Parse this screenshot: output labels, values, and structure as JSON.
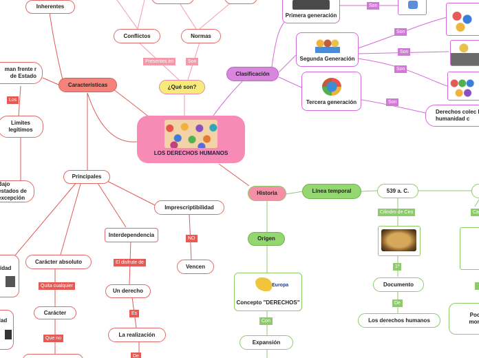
{
  "central": {
    "title": "LOS DERECHOS HUMANOS"
  },
  "nodes": {
    "caracteristicas": "Características",
    "inherentes": "Inherentes",
    "conflictos": "Conflictos",
    "normas": "Normas",
    "que_son": "¿Qué son?",
    "clasificacion": "Clasificación",
    "primera": "Primera generación",
    "segunda": "Segunda Generación",
    "tercera": "Tercera generación",
    "derechos_colectivos": "Derechos colec la humanidad c",
    "limites": "Limites legítimos",
    "manfrente": "man frente r de Estado",
    "bajo_estados": "Bajo estados de excepción",
    "principales": "Principales",
    "imprescriptibilidad": "Imprescriptibilidad",
    "vencen": "Vencen",
    "interdependencia": "Interdependencia",
    "un_derecho": "Un derecho",
    "la_realizacion": "La realización",
    "caracter_absoluto": "Carácter absoluto",
    "caracter": "Carácter",
    "ilidad1": "ilidad",
    "idad2": "idad",
    "historia": "Historia",
    "linea_temporal": "Línea temporal",
    "a539": "539 a. C.",
    "origen": "Origen",
    "concepto": "Concepto \"DERECHOS\"",
    "europa": "Europa",
    "documento": "Documento",
    "los_derechos_humanos": "Los derechos humanos",
    "expansion": "Expansión",
    "po_mon": "Poc mon"
  },
  "labels": {
    "presentes_en": "Presentes en",
    "son_normas": "Son",
    "son_primera": "Son",
    "son_s1": "Son",
    "son_s2": "Son",
    "son_s3": "Son",
    "son_tercera": "Son",
    "los": "Los",
    "no": "NO",
    "el_disfrute": "El disfrute de",
    "es": "Es",
    "de_bottom": "De",
    "quita": "Quita cualquier",
    "que_no": "Que no",
    "cilindro": "Cilindro de Ciro",
    "primero": "1º",
    "de_doc": "De",
    "con": "Con",
    "ca_right": "Ca"
  },
  "colors": {
    "central": "#f78bb5",
    "caracteristicas": "#f3837b",
    "clasificacion": "#d887dc",
    "historia": "#f48fa6",
    "origen": "#94d670",
    "linea_temporal": "#94d670",
    "link_red": "#e05a55",
    "link_magenta": "#d46ad8",
    "link_green": "#8dcb6a"
  }
}
